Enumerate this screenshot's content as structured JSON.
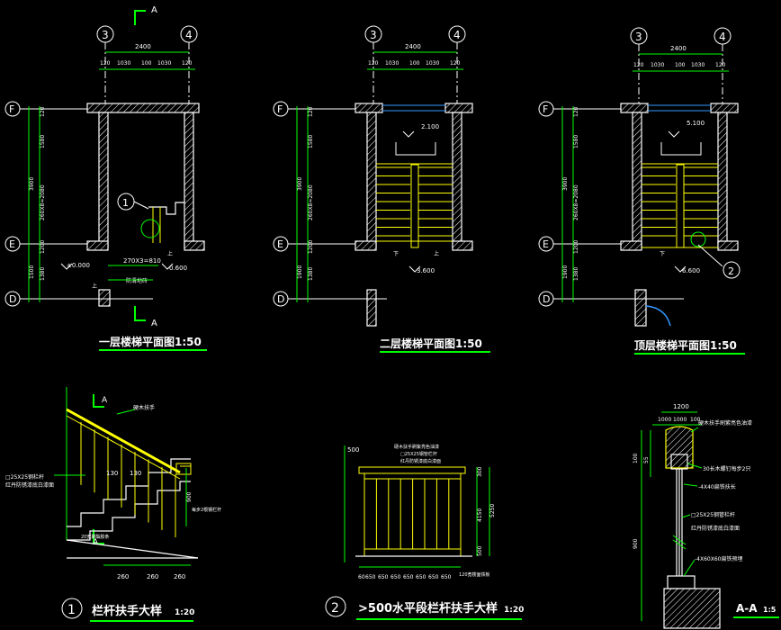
{
  "section_marks": {
    "letter": "A"
  },
  "axes": {
    "a3": "3",
    "a4": "4",
    "aF": "F",
    "aE": "E",
    "aD": "D"
  },
  "plan_dims": {
    "total": "2400",
    "parts": [
      "120",
      "1030",
      "100",
      "1030",
      "120"
    ],
    "v_120": "120",
    "v_1580": "1580",
    "v_3900": "3900",
    "v_stair": "260X8=2080",
    "v_1200": "1200",
    "v_1500": "1500",
    "v_1380": "1380",
    "v_1900": "1900"
  },
  "plan1": {
    "title": "一层楼梯平面图1:50",
    "level_low": "±0.000",
    "level_high": "0.600",
    "steps": "270X3=810",
    "up": "上",
    "note": "防滑地砖",
    "detail": "1"
  },
  "plan2": {
    "title": "二层楼梯平面图1:50",
    "level_top": "2.100",
    "level_bot": "3.600",
    "down": "下",
    "up": "上"
  },
  "plan3": {
    "title": "顶层楼梯平面图1:50",
    "level_top": "5.100",
    "level_bot": "6.600",
    "down": "下",
    "detail": "2"
  },
  "detail1": {
    "num": "1",
    "title": "栏杆扶手大样",
    "scale": "1:20",
    "sec": "A",
    "label_rail": "硬木扶手",
    "label_post1": "□25X25钢栏杆",
    "label_post2": "红丹防锈漆底白漆面",
    "label_vert": "每步2根钢栏杆",
    "label_base": "20宽聚酯胶条",
    "d130a": "130",
    "d130b": "130",
    "h900": "900",
    "b260": [
      "260",
      "260",
      "260"
    ]
  },
  "detail2": {
    "num": "2",
    "title": ">500水平段栏杆扶手大样",
    "scale": "1:20",
    "h500": "500",
    "top_note1": "硬木扶手刷紫亮色油漆",
    "top_note2": "□25X25钢管栏杆",
    "top_note3": "红丹防锈漆底白漆面",
    "d300": "300",
    "d4150": "4150",
    "d5250": "5250",
    "d500": "500",
    "bottom_note": "120宽楼面铁板",
    "bottom_dims": [
      "60",
      "650",
      "650",
      "650",
      "650",
      "650",
      "650",
      "650"
    ]
  },
  "detailAA": {
    "title": "A-A",
    "scale": "1:5",
    "w1200": "1200",
    "w1000a": "1000",
    "w1000b": "1000",
    "w100": "100",
    "v100": "100",
    "v55": "55",
    "v900": "900",
    "note1": "硬木扶手刷紫亮色油漆",
    "note2": "30长木螺钉每步2只",
    "note3": "-4X40扁铁扶长",
    "note4": "□25X25钢管栏杆",
    "note5": "红丹防锈漆底白漆面",
    "note6": "-4X60X60扁铁预埋"
  }
}
